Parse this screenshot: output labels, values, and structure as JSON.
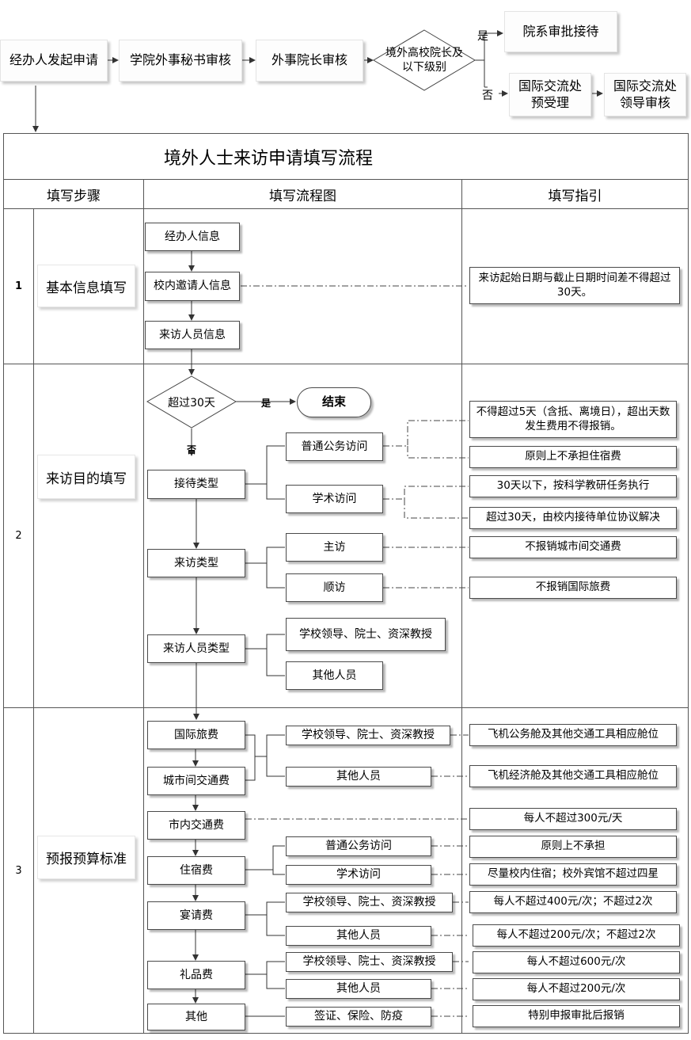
{
  "top_flow": {
    "step1": "经办人发起申请",
    "step2": "学院外事秘书审核",
    "step3": "外事院长审核",
    "decision": "境外高校院长及以下级别",
    "yes_label": "是",
    "no_label": "否",
    "yes_target": "院系审批接待",
    "no_step1": "国际交流处预受理",
    "no_step2": "国际交流处领导审核"
  },
  "table": {
    "title": "境外人士来访申请填写流程",
    "headers": [
      "填写步骤",
      "填写流程图",
      "填写指引"
    ]
  },
  "section1": {
    "num": "1",
    "label": "基本信息填写",
    "boxes": [
      "经办人信息",
      "校内邀请人信息",
      "来访人员信息"
    ],
    "guide": "来访起始日期与截止日期时间差不得超过30天。"
  },
  "section2": {
    "num": "2",
    "label": "来访目的填写",
    "decision": "超过30天",
    "yes_label": "是",
    "no_label": "否",
    "end": "结束",
    "reception_type": "接待类型",
    "normal_visit": "普通公务访问",
    "academic_visit": "学术访问",
    "visit_type": "来访类型",
    "main_visit": "主访",
    "side_visit": "顺访",
    "visitor_type": "来访人员类型",
    "leaders": "学校领导、院士、资深教授",
    "others": "其他人员",
    "guide_normal_1": "不得超过5天（含抵、离境日），超出天数发生费用不得报销。",
    "guide_normal_2": "原则上不承担住宿费",
    "guide_academic_1": "30天以下，按科学教研任务执行",
    "guide_academic_2": "超过30天，由校内接待单位协议解决",
    "guide_main": "不报销城市间交通费",
    "guide_side": "不报销国际旅费"
  },
  "section3": {
    "num": "3",
    "label": "预报预算标准",
    "intl_travel": "国际旅费",
    "intercity": "城市间交通费",
    "leaders": "学校领导、院士、资深教授",
    "others": "其他人员",
    "guide_leaders": "飞机公务舱及其他交通工具相应舱位",
    "guide_others": "飞机经济舱及其他交通工具相应舱位",
    "local_transport": "市内交通费",
    "guide_local": "每人不超过300元/天",
    "lodging": "住宿费",
    "normal_visit": "普通公务访问",
    "academic_visit": "学术访问",
    "guide_lodging_normal": "原则上不承担",
    "guide_lodging_academic": "尽量校内住宿；校外宾馆不超过四星",
    "banquet": "宴请费",
    "guide_banquet_leaders": "每人不超过400元/次；不超过2次",
    "guide_banquet_others": "每人不超过200元/次；不超过2次",
    "gift": "礼品费",
    "guide_gift_leaders": "每人不超过600元/次",
    "guide_gift_others": "每人不超过200元/次",
    "other": "其他",
    "visa": "签证、保险、防疫",
    "guide_other": "特别申报审批后报销"
  }
}
